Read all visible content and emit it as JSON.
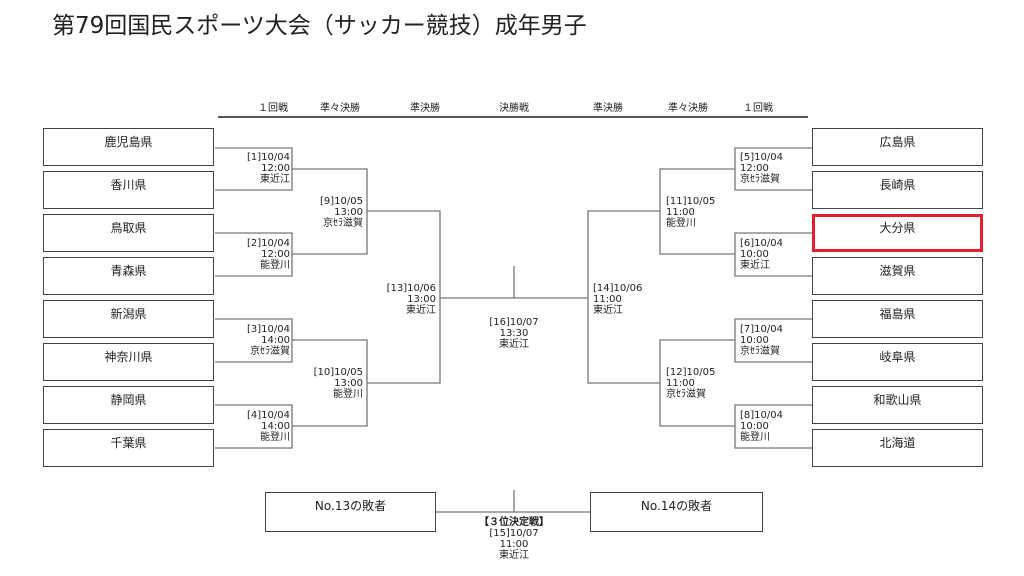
{
  "title": "第79回国民スポーツ大会（サッカー競技）成年男子",
  "headers": [
    "１回戦",
    "準々決勝",
    "準決勝",
    "決勝戦",
    "準決勝",
    "準々決勝",
    "１回戦"
  ],
  "left_teams": [
    "鹿児島県",
    "香川県",
    "鳥取県",
    "青森県",
    "新潟県",
    "神奈川県",
    "静岡県",
    "千葉県"
  ],
  "right_teams": [
    "広島県",
    "長崎県",
    "大分県",
    "滋賀県",
    "福島県",
    "岐阜県",
    "和歌山県",
    "北海道"
  ],
  "highlighted_team": "大分県",
  "highlight_color": "#e0202a",
  "matches": {
    "m1": [
      "[1]10/04",
      "12:00",
      "東近江"
    ],
    "m2": [
      "[2]10/04",
      "12:00",
      "能登川"
    ],
    "m3": [
      "[3]10/04",
      "14:00",
      "京ｾﾗ滋賀"
    ],
    "m4": [
      "[4]10/04",
      "14:00",
      "能登川"
    ],
    "m5": [
      "[5]10/04",
      "12:00",
      "京ｾﾗ滋賀"
    ],
    "m6": [
      "[6]10/04",
      "10:00",
      "東近江"
    ],
    "m7": [
      "[7]10/04",
      "10:00",
      "京ｾﾗ滋賀"
    ],
    "m8": [
      "[8]10/04",
      "10:00",
      "能登川"
    ],
    "m9": [
      "[9]10/05",
      "13:00",
      "京ｾﾗ滋賀"
    ],
    "m10": [
      "[10]10/05",
      "13:00",
      "能登川"
    ],
    "m11": [
      "[11]10/05",
      "11:00",
      "能登川"
    ],
    "m12": [
      "[12]10/05",
      "11:00",
      "京ｾﾗ滋賀"
    ],
    "m13": [
      "[13]10/06",
      "13:00",
      "東近江"
    ],
    "m14": [
      "[14]10/06",
      "11:00",
      "東近江"
    ],
    "m16": [
      "[16]10/07",
      "13:30",
      "東近江"
    ],
    "m15": [
      "【３位決定戦】",
      "[15]10/07",
      "11:00",
      "東近江"
    ]
  },
  "third_place": {
    "left": "No.13の敗者",
    "right": "No.14の敗者"
  }
}
